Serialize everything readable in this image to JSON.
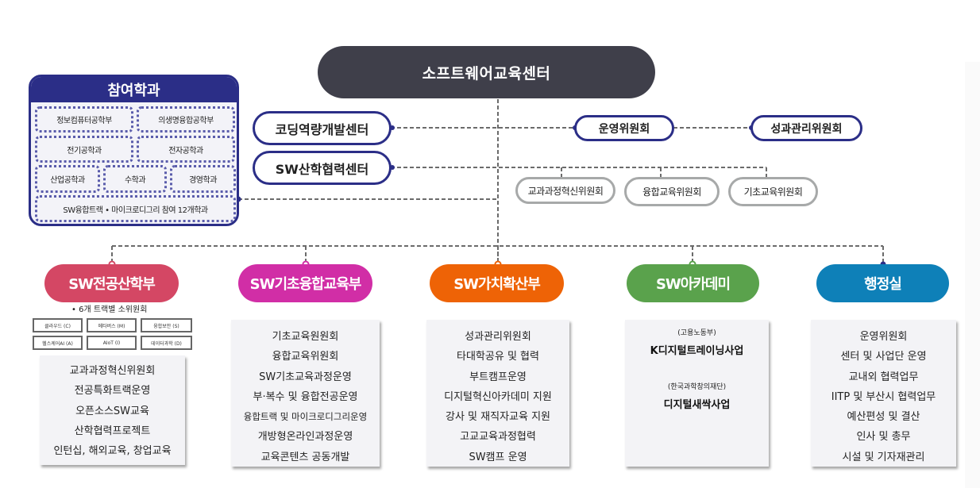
{
  "center": {
    "title": "소프트웨어교육센터"
  },
  "side_centers": [
    {
      "label": "코딩역량개발센터"
    },
    {
      "label": "SW산학협력센터"
    }
  ],
  "committees_top": [
    {
      "label": "운영위원회"
    },
    {
      "label": "성과관리위원회"
    }
  ],
  "committees_sub": [
    {
      "label": "교과과정혁신위원회"
    },
    {
      "label": "융합교육위원회"
    },
    {
      "label": "기초교육위원회"
    }
  ],
  "departments": {
    "title": "참여학과",
    "items": [
      "정보컴퓨터공학부",
      "의생명융합공학부",
      "전기공학과",
      "전자공학과",
      "산업공학과",
      "수학과",
      "경영학과",
      "SW융합트랙 • 마이크로디그리 참여 12개학과"
    ]
  },
  "divisions": [
    {
      "name": "SW전공산학부",
      "color": "#d44764",
      "track_note": "• 6개 트랙별 소위원회",
      "tracks": [
        "클라우드 (C)",
        "메타버스 (M)",
        "융합보안 (S)",
        "헬스케어AI (A)",
        "AIoT (I)",
        "데이터과학 (D)"
      ],
      "items": [
        "교과과정혁신위원회",
        "전공특화트랙운영",
        "오픈소스SW교육",
        "산학협력프로젝트",
        "인턴십, 해외교육, 창업교육"
      ]
    },
    {
      "name": "SW기초융합교육부",
      "color": "#d12ea6",
      "items": [
        "기초교육원원회",
        "융합교육위원회",
        "SW기초교육과정운영",
        "부·복수 및 융합전공운영",
        "융합트랙 및 마이크로디그리운영",
        "개방형온라인과정운영",
        "교육콘텐츠 공동개발"
      ]
    },
    {
      "name": "SW가치확산부",
      "color": "#ee6306",
      "items": [
        "성과관리위원회",
        "타대학공유 및 협력",
        "부트캠프운영",
        "디지털혁신아카데미 지원",
        "강사 및 재직자교육 지원",
        "고교교육과정협력",
        "SW캠프 운영"
      ]
    },
    {
      "name": "SW아카데미",
      "color": "#5aa24c",
      "programs": [
        {
          "sponsor": "(고용노동부)",
          "name": "K디지털트레이닝사업"
        },
        {
          "sponsor": "(한국과학창의재단)",
          "name": "디지털새싹사업"
        }
      ]
    },
    {
      "name": "행정실",
      "color": "#0e80b8",
      "items": [
        "운영위원회",
        "센터 및 사업단 운영",
        "교내외 협력업무",
        "IITP  및 부산시 협력업무",
        "예산편성 및 결산",
        "인사 및 총무",
        "시설 및 기자재관리"
      ]
    }
  ]
}
